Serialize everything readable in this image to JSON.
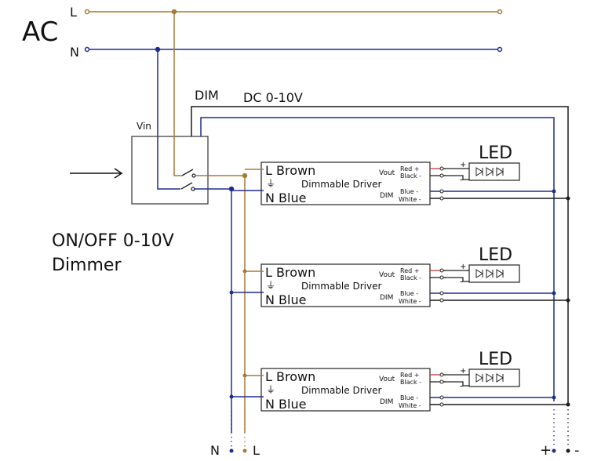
{
  "ac": {
    "title": "AC",
    "line_label": "L",
    "neutral_label": "N"
  },
  "dimmer": {
    "vin_label": "Vin",
    "dim_label": "DIM",
    "signal_label": "DC 0-10V",
    "name_line1": "ON/OFF 0-10V",
    "name_line2": "Dimmer"
  },
  "drivers": [
    {
      "input_l": "L Brown",
      "input_n": "N Blue",
      "title": "Dimmable Driver",
      "vout_label": "Vout",
      "dim_label": "DIM",
      "out_red": "Red +",
      "out_black": "Black -",
      "dim_blue": "Blue -",
      "dim_white": "White -",
      "led_label": "LED",
      "led_plus": "+",
      "led_minus": "-"
    },
    {
      "input_l": "L Brown",
      "input_n": "N Blue",
      "title": "Dimmable Driver",
      "vout_label": "Vout",
      "dim_label": "DIM",
      "out_red": "Red +",
      "out_black": "Black -",
      "dim_blue": "Blue -",
      "dim_white": "White -",
      "led_label": "LED",
      "led_plus": "+",
      "led_minus": "-"
    },
    {
      "input_l": "L Brown",
      "input_n": "N Blue",
      "title": "Dimmable Driver",
      "vout_label": "Vout",
      "dim_label": "DIM",
      "out_red": "Red +",
      "out_black": "Black -",
      "dim_blue": "Blue -",
      "dim_white": "White -",
      "led_label": "LED",
      "led_plus": "+",
      "led_minus": "-"
    }
  ],
  "bottom": {
    "n_label": "N",
    "l_label": "L",
    "plus_label": "+",
    "minus_label": "-"
  },
  "colors": {
    "line_brown": "#a77a35",
    "neutral_navy": "#1f2d8e",
    "red_wire": "#c0392b",
    "black_wire": "#1a1a1a"
  }
}
